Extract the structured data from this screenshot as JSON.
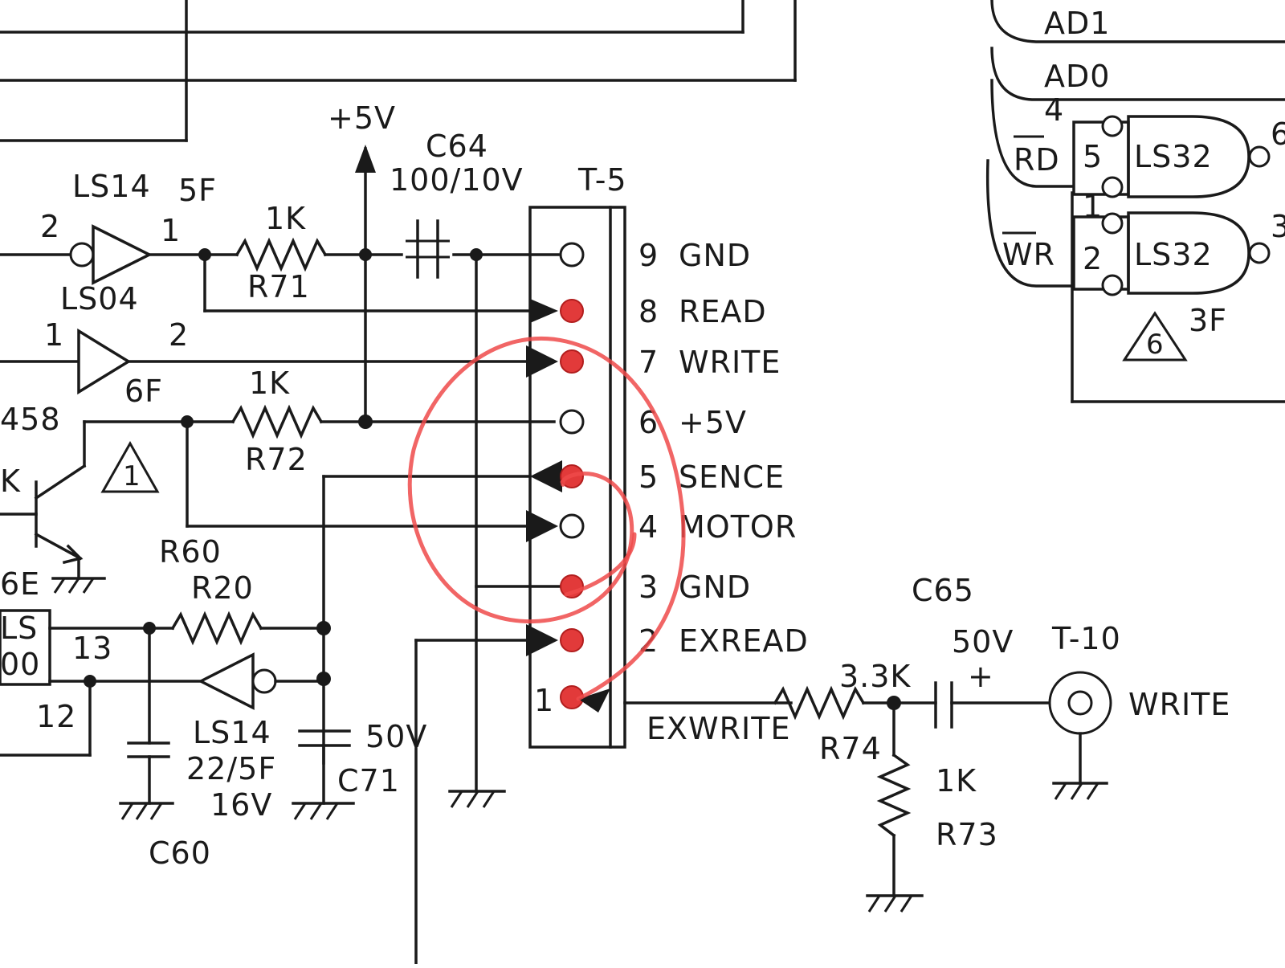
{
  "labels": {
    "plus5v_top": "+5V",
    "c64": "C64",
    "c64_value": "100/10V",
    "connector": "T-5",
    "ls14_a": "LS14",
    "ls14_a_loc": "5F",
    "ls14_a_pin_in": "2",
    "ls14_a_pin_out": "1",
    "r71_value": "1K",
    "r71": "R71",
    "ls04": "LS04",
    "ls04_pin_in": "1",
    "ls04_pin_out": "2",
    "ls04_loc": "6F",
    "r72_value": "1K",
    "r72": "R72",
    "tr_partial": "458",
    "tr_k": "K",
    "tri1": "1",
    "r60": "R60",
    "e6_partial": "6E",
    "r20": "R20",
    "ls00_partial_a": "LS",
    "ls00_partial_b": "00",
    "pin13": "13",
    "pin12": "12",
    "ls14_b": "LS14",
    "c60_value": "22/5F",
    "c60_volt": "16V",
    "c60": "C60",
    "c71_volt": "50V",
    "c71": "C71",
    "ad1": "AD1",
    "ad0": "AD0",
    "bus4": "4",
    "rd": "RD",
    "wr": "WR",
    "g1_pin5": "5",
    "g1_pin1": "1",
    "g2_pin2": "2",
    "ls32_a": "LS32",
    "ls32_b": "LS32",
    "g1_out": "6",
    "g2_out": "3",
    "tri6": "6",
    "ic_3f": "3F",
    "c65": "C65",
    "c65_volt": "50V",
    "c65_plus": "+",
    "r74_value": "3.3K",
    "r74": "R74",
    "r73_value": "1K",
    "r73": "R73",
    "t10": "T-10",
    "write_jack": "WRITE",
    "exwrite": "EXWRITE"
  },
  "connector_pins": [
    {
      "num": "9",
      "name": "GND",
      "highlighted": false
    },
    {
      "num": "8",
      "name": "READ",
      "highlighted": true
    },
    {
      "num": "7",
      "name": "WRITE",
      "highlighted": true
    },
    {
      "num": "6",
      "name": "+5V",
      "highlighted": false
    },
    {
      "num": "5",
      "name": "SENCE",
      "highlighted": true
    },
    {
      "num": "4",
      "name": "MOTOR",
      "highlighted": false
    },
    {
      "num": "3",
      "name": "GND",
      "highlighted": true
    },
    {
      "num": "2",
      "name": "EXREAD",
      "highlighted": true
    },
    {
      "num": "1",
      "name": "",
      "highlighted": true
    }
  ],
  "colors": {
    "ink": "#1a1a1a",
    "highlight": "#e23a3a"
  }
}
